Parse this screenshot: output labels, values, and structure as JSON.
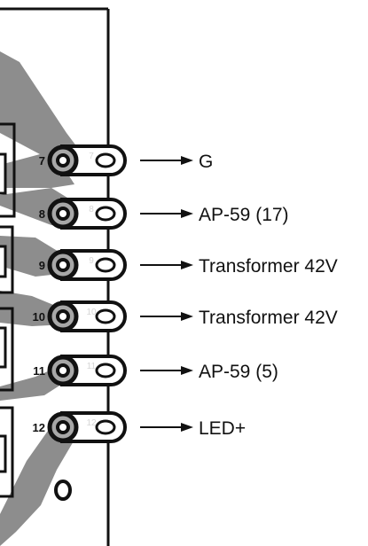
{
  "colors": {
    "ink": "#111111",
    "trace": "#8d8d8d",
    "pad_fill": "#a7a7a7",
    "board_line": "#111111",
    "background": "#ffffff"
  },
  "connections": [
    {
      "pin": "7",
      "label": "G"
    },
    {
      "pin": "8",
      "label": "AP-59 (17)"
    },
    {
      "pin": "9",
      "label": "Transformer 42V"
    },
    {
      "pin": "10",
      "label": "Transformer 42V"
    },
    {
      "pin": "11",
      "label": "AP-59 (5)"
    },
    {
      "pin": "12",
      "label": "LED+"
    }
  ]
}
